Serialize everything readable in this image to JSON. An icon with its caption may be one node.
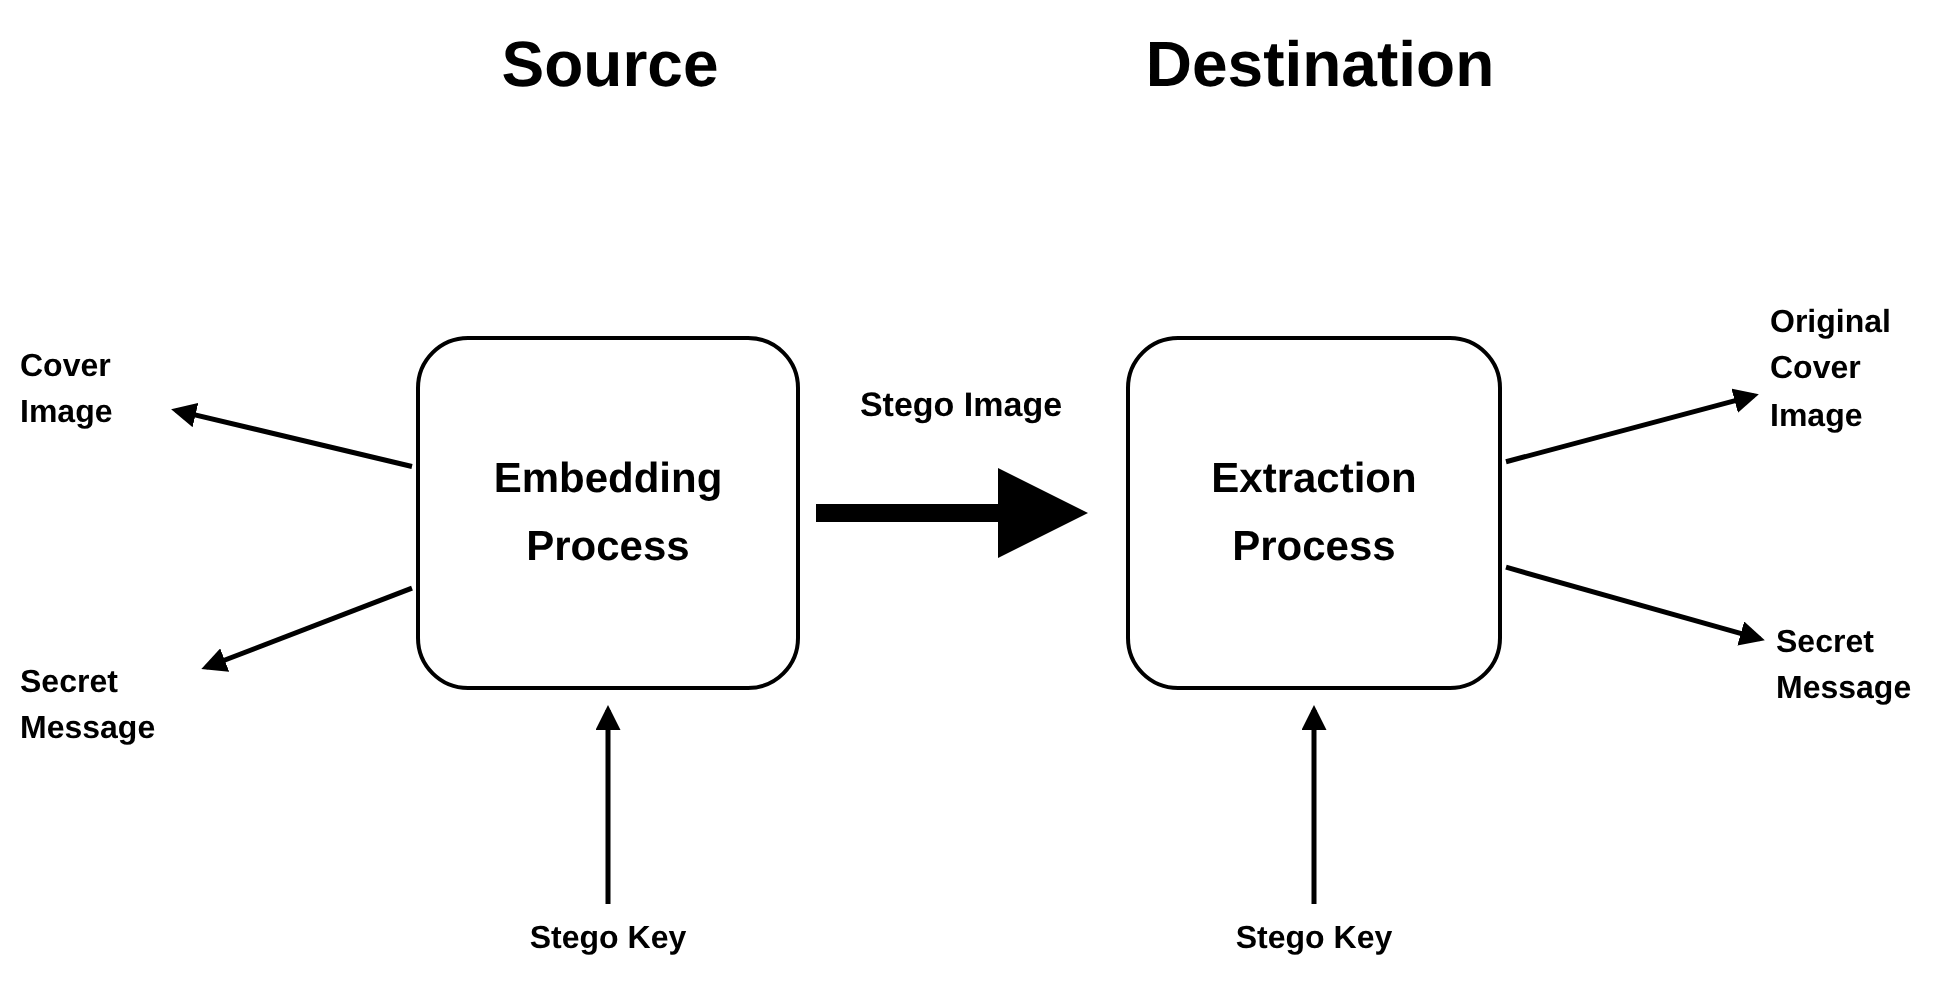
{
  "diagram": {
    "nodes": [
      {
        "text": [
          "Embedding Process"
        ]
      },
      {
        "text": [
          "Extraction Process"
        ]
      },
      {
        "text": [
          "Cover Image"
        ]
      },
      {
        "text": [
          "Secret Message"
        ]
      },
      {
        "text": [
          "Stego Key"
        ]
      },
      {
        "text": [
          "Original Cover Image"
        ]
      },
      {
        "text": [
          "Secret Message"
        ]
      },
      {
        "text": [
          "Stego Key"
        ]
      }
    ],
    "edges": [
      {
        "from": 0,
        "to": 2,
        "arrow": "to"
      },
      {
        "from": 0,
        "to": 3,
        "arrow": "to"
      },
      {
        "from": 4,
        "to": 0,
        "arrow": "to"
      },
      {
        "from": 0,
        "to": 1,
        "arrow": "to",
        "label": "Stego Image",
        "style": "thick"
      },
      {
        "from": 1,
        "to": 5,
        "arrow": "to"
      },
      {
        "from": 1,
        "to": 6,
        "arrow": "to"
      },
      {
        "from": 7,
        "to": 1,
        "arrow": "to"
      }
    ],
    "labels": [
      "Source",
      "Destination"
    ]
  }
}
